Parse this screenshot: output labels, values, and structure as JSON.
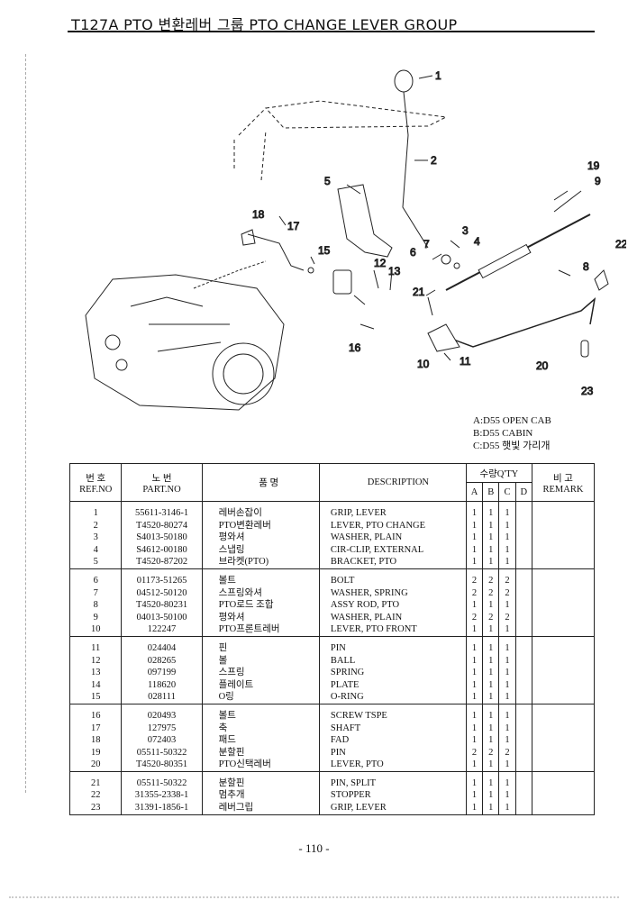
{
  "header": {
    "title": "T127A PTO 변환레버 그룹 PTO CHANGE LEVER GROUP"
  },
  "diagram": {
    "callouts": [
      "1",
      "2",
      "3",
      "4",
      "5",
      "6",
      "7",
      "8",
      "9",
      "10",
      "11",
      "12",
      "13",
      "15",
      "16",
      "17",
      "18",
      "19",
      "20",
      "21",
      "22",
      "23"
    ]
  },
  "legend": [
    "A:D55 OPEN CAB",
    "B:D55 CABIN",
    "C:D55 햇빛 가리개"
  ],
  "table": {
    "headers": {
      "ref_kr": "번 호",
      "ref_en": "REF.NO",
      "part_kr": "노 번",
      "part_en": "PART.NO",
      "kname": "품 명",
      "desc": "DESCRIPTION",
      "qty": "수량Q'TY",
      "qa": "A",
      "qb": "B",
      "qc": "C",
      "qd": "D",
      "rem_kr": "비 고",
      "rem_en": "REMARK"
    },
    "groups": [
      [
        {
          "ref": "1",
          "part": "55611-3146-1",
          "kname": "레버손잡이",
          "desc": "GRIP, LEVER",
          "a": "1",
          "b": "1",
          "c": "1"
        },
        {
          "ref": "2",
          "part": "T4520-80274",
          "kname": "PTO변환레버",
          "desc": "LEVER, PTO CHANGE",
          "a": "1",
          "b": "1",
          "c": "1"
        },
        {
          "ref": "3",
          "part": "S4013-50180",
          "kname": "평와셔",
          "desc": "WASHER, PLAIN",
          "a": "1",
          "b": "1",
          "c": "1"
        },
        {
          "ref": "4",
          "part": "S4612-00180",
          "kname": "스냅링",
          "desc": "CIR-CLIP, EXTERNAL",
          "a": "1",
          "b": "1",
          "c": "1"
        },
        {
          "ref": "5",
          "part": "T4520-87202",
          "kname": "브라켓(PTO)",
          "desc": "BRACKET, PTO",
          "a": "1",
          "b": "1",
          "c": "1"
        }
      ],
      [
        {
          "ref": "6",
          "part": "01173-51265",
          "kname": "볼트",
          "desc": "BOLT",
          "a": "2",
          "b": "2",
          "c": "2"
        },
        {
          "ref": "7",
          "part": "04512-50120",
          "kname": "스프링와셔",
          "desc": "WASHER, SPRING",
          "a": "2",
          "b": "2",
          "c": "2"
        },
        {
          "ref": "8",
          "part": "T4520-80231",
          "kname": "PTO로드 조합",
          "desc": "ASSY ROD, PTO",
          "a": "1",
          "b": "1",
          "c": "1"
        },
        {
          "ref": "9",
          "part": "04013-50100",
          "kname": "평와셔",
          "desc": "WASHER, PLAIN",
          "a": "2",
          "b": "2",
          "c": "2"
        },
        {
          "ref": "10",
          "part": "122247",
          "kname": "PTO프론트레버",
          "desc": "LEVER, PTO FRONT",
          "a": "1",
          "b": "1",
          "c": "1"
        }
      ],
      [
        {
          "ref": "11",
          "part": "024404",
          "kname": "핀",
          "desc": "PIN",
          "a": "1",
          "b": "1",
          "c": "1"
        },
        {
          "ref": "12",
          "part": "028265",
          "kname": "볼",
          "desc": "BALL",
          "a": "1",
          "b": "1",
          "c": "1"
        },
        {
          "ref": "13",
          "part": "097199",
          "kname": "스프링",
          "desc": "SPRING",
          "a": "1",
          "b": "1",
          "c": "1"
        },
        {
          "ref": "14",
          "part": "118620",
          "kname": "플레이트",
          "desc": "PLATE",
          "a": "1",
          "b": "1",
          "c": "1"
        },
        {
          "ref": "15",
          "part": "028111",
          "kname": "O링",
          "desc": "O-RING",
          "a": "1",
          "b": "1",
          "c": "1"
        }
      ],
      [
        {
          "ref": "16",
          "part": "020493",
          "kname": "볼트",
          "desc": "SCREW TSPE",
          "a": "1",
          "b": "1",
          "c": "1"
        },
        {
          "ref": "17",
          "part": "127975",
          "kname": "축",
          "desc": "SHAFT",
          "a": "1",
          "b": "1",
          "c": "1"
        },
        {
          "ref": "18",
          "part": "072403",
          "kname": "패드",
          "desc": "FAD",
          "a": "1",
          "b": "1",
          "c": "1"
        },
        {
          "ref": "19",
          "part": "05511-50322",
          "kname": "분할핀",
          "desc": "PIN",
          "a": "2",
          "b": "2",
          "c": "2"
        },
        {
          "ref": "20",
          "part": "T4520-80351",
          "kname": "PTO신택레버",
          "desc": "LEVER, PTO",
          "a": "1",
          "b": "1",
          "c": "1"
        }
      ],
      [
        {
          "ref": "21",
          "part": "05511-50322",
          "kname": "분할핀",
          "desc": "PIN, SPLIT",
          "a": "1",
          "b": "1",
          "c": "1"
        },
        {
          "ref": "22",
          "part": "31355-2338-1",
          "kname": "멈추개",
          "desc": "STOPPER",
          "a": "1",
          "b": "1",
          "c": "1"
        },
        {
          "ref": "23",
          "part": "31391-1856-1",
          "kname": "레버그립",
          "desc": "GRIP, LEVER",
          "a": "1",
          "b": "1",
          "c": "1"
        }
      ]
    ]
  },
  "page_number": "- 110 -"
}
